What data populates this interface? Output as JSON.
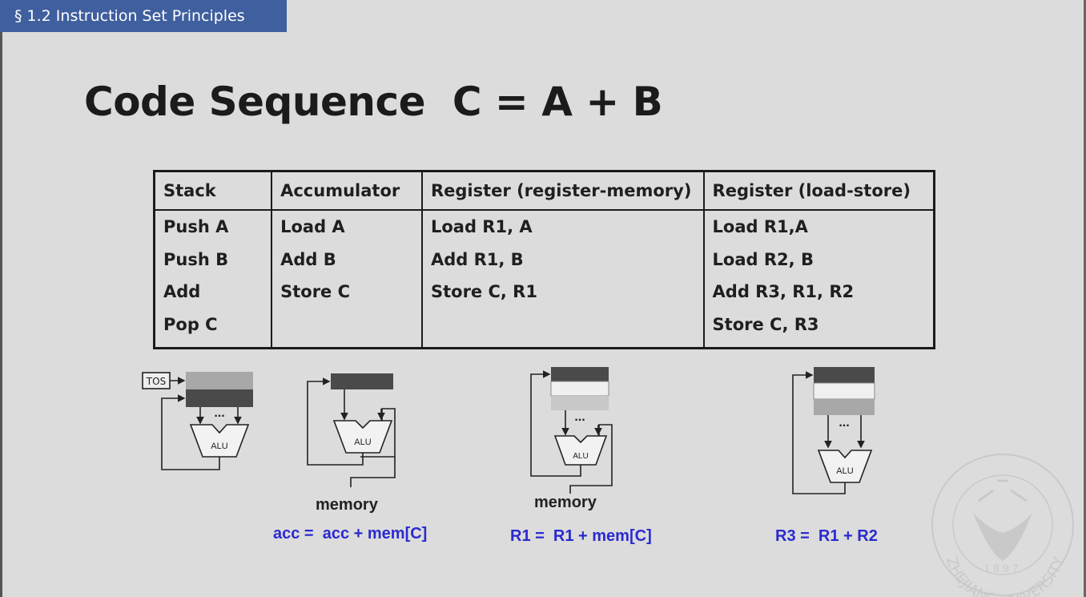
{
  "header": {
    "section": "§ 1.2 Instruction Set Principles"
  },
  "slide": {
    "title": "Code Sequence  C = A + B"
  },
  "table": {
    "columns": [
      "Stack",
      "Accumulator",
      "Register (register-memory)",
      "Register (load-store)"
    ],
    "cells": [
      [
        "Push A",
        "Push B",
        "Add",
        "Pop C"
      ],
      [
        "Load A",
        "Add B",
        "Store C"
      ],
      [
        "Load R1, A",
        "Add R1, B",
        "Store C, R1"
      ],
      [
        "Load R1,A",
        "Load R2, B",
        "Add R3, R1, R2",
        "Store C, R3"
      ]
    ]
  },
  "diagrams": {
    "tos_label": "TOS",
    "alu_label": "ALU",
    "ellipsis": "...",
    "memory_label": "memory",
    "accumulator_formula": "acc =  acc + mem[C]",
    "reg_mem_formula": "R1 =  R1 + mem[C]",
    "load_store_formula": "R3 =  R1 + R2"
  },
  "watermark": {
    "text": "ZHEJIANG UNIVERSITY",
    "year": "1897"
  },
  "colors": {
    "header_bg": "#3f5f9e",
    "formula": "#2a2ad0",
    "background": "#dcdcdc"
  }
}
